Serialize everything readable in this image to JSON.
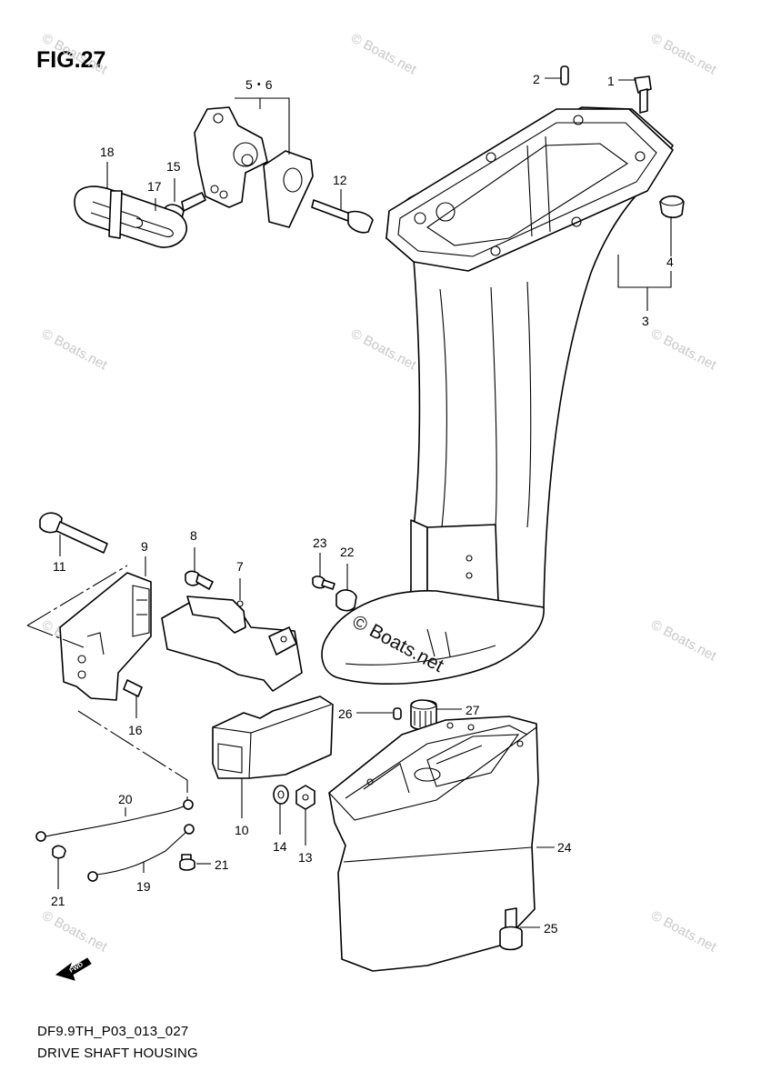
{
  "figure_label": "FIG.27",
  "watermark_text": "© Boats.net",
  "diagram_code": "DF9.9TH_P03_013_027",
  "caption": "DRIVE SHAFT HOUSING",
  "fwd_label": "FWD",
  "callouts": {
    "c1": "1",
    "c2": "2",
    "c3": "3",
    "c4": "4",
    "c5_6": "5・6",
    "c7": "7",
    "c8": "8",
    "c9": "9",
    "c10": "10",
    "c11": "11",
    "c12": "12",
    "c13": "13",
    "c14": "14",
    "c15": "15",
    "c16": "16",
    "c17": "17",
    "c18": "18",
    "c19": "19",
    "c20": "20",
    "c21a": "21",
    "c21b": "21",
    "c22": "22",
    "c23": "23",
    "c24": "24",
    "c25": "25",
    "c26": "26",
    "c27": "27"
  }
}
